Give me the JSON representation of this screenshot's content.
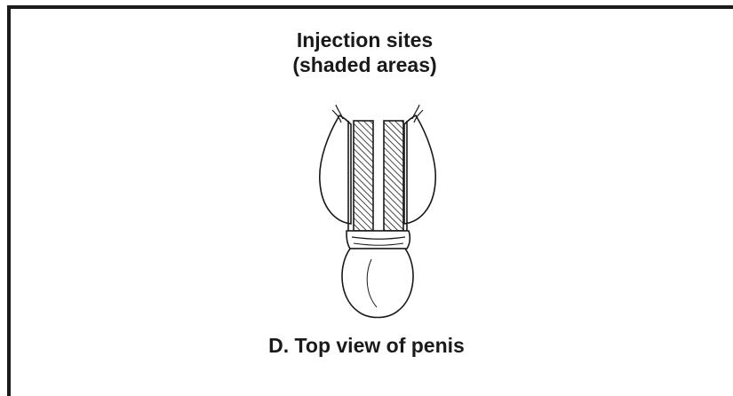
{
  "figure": {
    "title_line1": "Injection sites",
    "title_line2": "(shaded areas)",
    "caption": "D.  Top view of penis",
    "stroke_color": "#1a1a1a",
    "hatch_color": "#1a1a1a",
    "background": "#ffffff"
  }
}
